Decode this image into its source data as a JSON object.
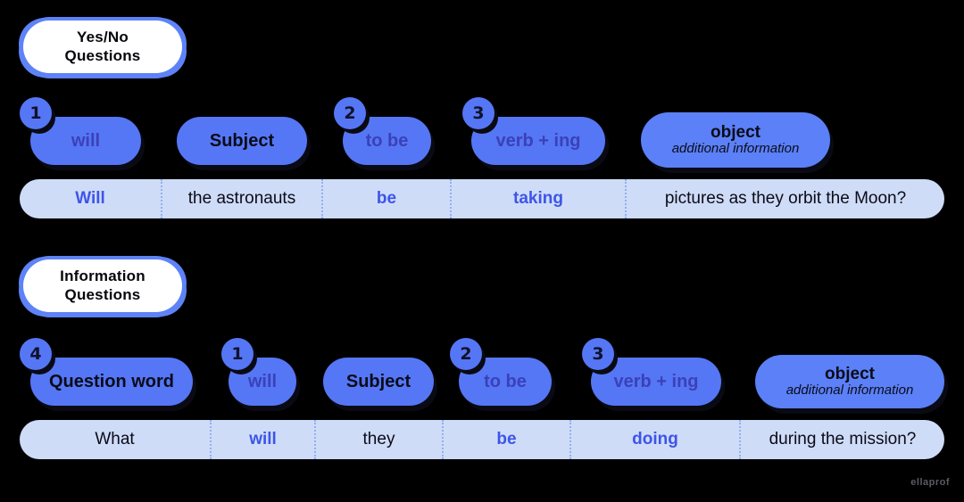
{
  "meta": {
    "background": "#000000",
    "pill_blue": "#5577f5",
    "pill_light_blue": "#5b80f7",
    "strip_blue": "#cfdcf7",
    "divider_blue": "#8fb0f2",
    "text_navy": "#0b0b18",
    "text_indigo": "#3b41b8",
    "sentence_blue": "#3d55e8",
    "header_outline": "#5e82f7",
    "watermark": "ellaprof"
  },
  "sections": [
    {
      "id": "yes-no-questions",
      "header": {
        "line1": "Yes/No",
        "line2": "Questions"
      },
      "pills": [
        {
          "badge": "1",
          "label": "will",
          "sub": "",
          "style": "indigo"
        },
        {
          "badge": "",
          "label": "Subject",
          "sub": "",
          "style": "navy"
        },
        {
          "badge": "2",
          "label": "to be",
          "sub": "",
          "style": "indigo"
        },
        {
          "badge": "3",
          "label": "verb + ing",
          "sub": "",
          "style": "indigo"
        },
        {
          "badge": "",
          "label": "object",
          "sub": "additional information",
          "style": "navy"
        }
      ],
      "sentence": [
        {
          "text": "Will",
          "style": "blue"
        },
        {
          "text": "the astronauts",
          "style": "navy"
        },
        {
          "text": "be",
          "style": "blue"
        },
        {
          "text": "taking",
          "style": "blue"
        },
        {
          "text": "pictures as they orbit the Moon?",
          "style": "navy"
        }
      ]
    },
    {
      "id": "information-questions",
      "header": {
        "line1": "Information",
        "line2": "Questions"
      },
      "pills": [
        {
          "badge": "4",
          "label": "Question word",
          "sub": "",
          "style": "navy"
        },
        {
          "badge": "1",
          "label": "will",
          "sub": "",
          "style": "indigo"
        },
        {
          "badge": "",
          "label": "Subject",
          "sub": "",
          "style": "navy"
        },
        {
          "badge": "2",
          "label": "to be",
          "sub": "",
          "style": "indigo"
        },
        {
          "badge": "3",
          "label": "verb + ing",
          "sub": "",
          "style": "indigo"
        },
        {
          "badge": "",
          "label": "object",
          "sub": "additional information",
          "style": "navy"
        }
      ],
      "sentence": [
        {
          "text": "What",
          "style": "navy"
        },
        {
          "text": "will",
          "style": "blue"
        },
        {
          "text": "they",
          "style": "navy"
        },
        {
          "text": "be",
          "style": "blue"
        },
        {
          "text": "doing",
          "style": "blue"
        },
        {
          "text": "during the mission?",
          "style": "navy"
        }
      ]
    }
  ]
}
